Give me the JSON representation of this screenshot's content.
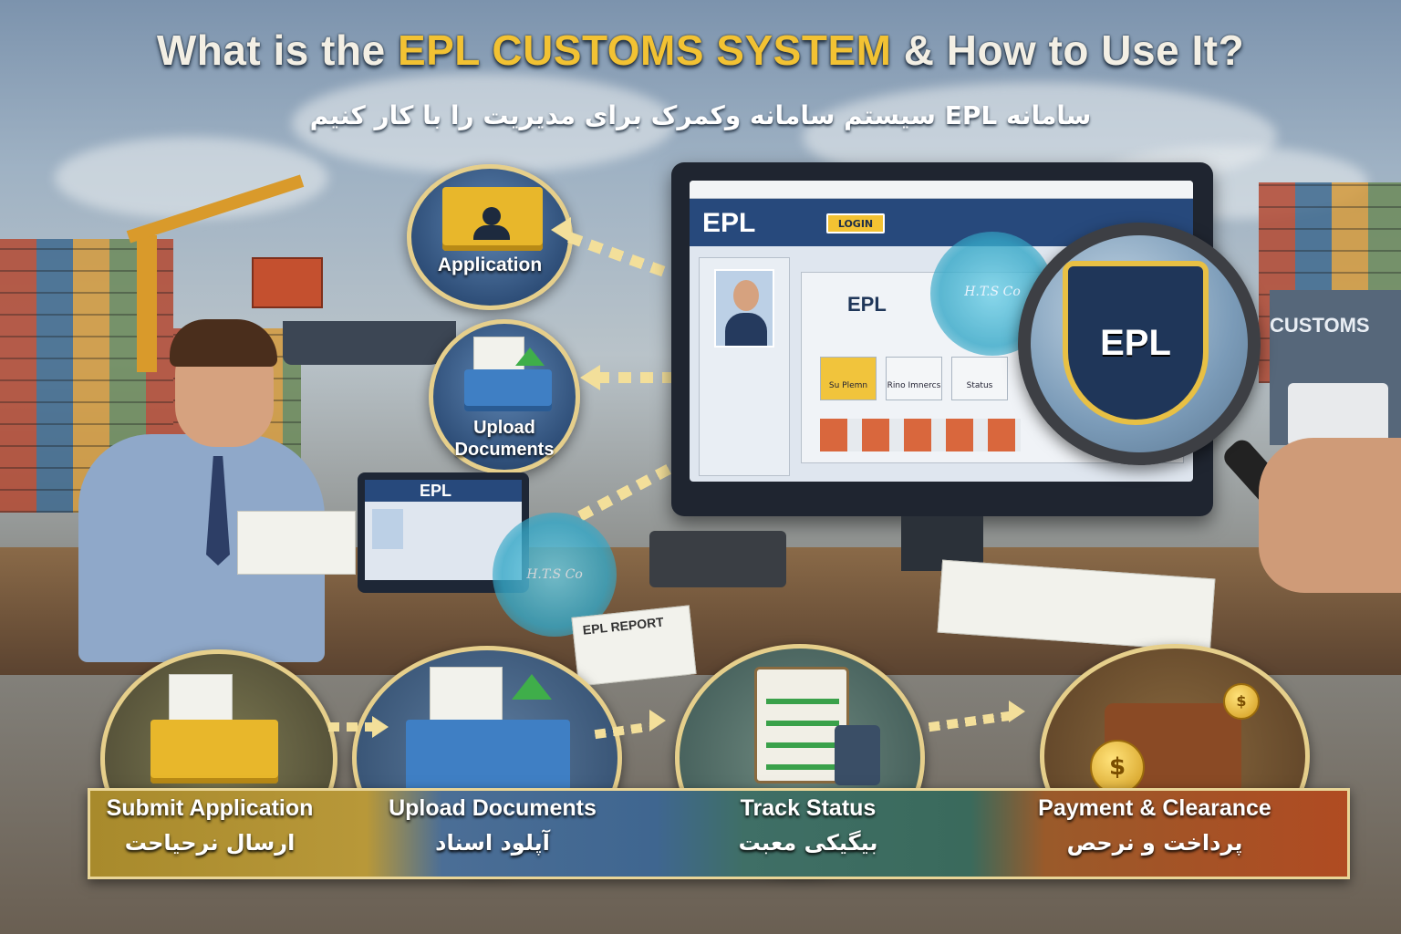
{
  "header": {
    "title_pre": "What is the ",
    "title_highlight": "EPL CUSTOMS SYSTEM",
    "title_post": " & How to Use It?",
    "subtitle": "سامانه EPL سیستم سامانه وکمرک برای مدیریت را با کار کنیم"
  },
  "bubbles": {
    "application_label": "Application",
    "upload_label_line1": "Upload",
    "upload_label_line2": "Documents"
  },
  "monitor": {
    "logo": "EPL",
    "login_button": "LOGIN",
    "inner_logo": "EPL",
    "tile_1": "Su Plemn",
    "tile_2": "Rino Imnercs",
    "tile_3": "Status"
  },
  "laptop": {
    "logo": "EPL"
  },
  "report": {
    "label": "EPL REPORT"
  },
  "magnifier": {
    "shield_text": "EPL"
  },
  "building": {
    "sign": "CUSTOMS"
  },
  "watermark": {
    "text": "H.T.S Co"
  },
  "steps": [
    {
      "label": "Submit Application",
      "label_fa": "ارسال نرحیاحت"
    },
    {
      "label": "Upload Documents",
      "label_fa": "آپلود اسناد"
    },
    {
      "label": "Track Status",
      "label_fa": "بیگیکی معبت"
    },
    {
      "label": "Payment & Clearance",
      "label_fa": "پرداخت و نرحص"
    }
  ],
  "colors": {
    "title_highlight": "#f2c233",
    "frame_gold": "#e6cf8b",
    "folder_yellow": "#e8b72b",
    "folder_blue": "#3f7fc4"
  },
  "icons": {
    "coin_symbol": "$"
  }
}
